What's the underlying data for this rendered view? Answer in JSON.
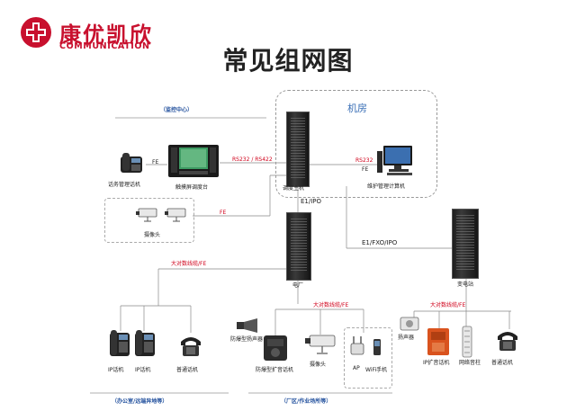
{
  "brand": {
    "name_cn": "康优凯欣",
    "name_en": "COMMUNICATION"
  },
  "title": "常见组网图",
  "regions": {
    "machine_room": "机房",
    "monitoring_center": "（监控中心）",
    "office_remote": "（办公室/远端异地等）",
    "plant_work_area": "（厂区/作业场所等）"
  },
  "devices": {
    "office_phone": "话务管理话机",
    "touch_console": "触摸屏调度台",
    "dispatch_host": "调度主机",
    "maintenance_pc": "维护管理计算机",
    "camera": "摄像头",
    "power_plant": "电厂",
    "substation": "变电站",
    "ip_phone_1": "IP话机",
    "ip_phone_2": "IP话机",
    "regular_phone_1": "普通话机",
    "explosion_speaker": "防爆型扬声器",
    "explosion_phone": "防爆型扩音话机",
    "camera_2": "摄像头",
    "ap": "AP",
    "wifi_phone": "WiFi手机",
    "speaker": "扬声器",
    "ip_amp_phone": "IP扩音话机",
    "network_column": "网络音柱",
    "regular_phone_2": "普通话机"
  },
  "links": {
    "fe_1": "FE",
    "rs232_left": "RS232 / RS422",
    "rs232_right": "RS232",
    "fe_2": "FE",
    "fe_cam": "FE",
    "e1_ipo": "E1/IPO",
    "e1_fxo": "E1/FXO/IPO",
    "trunk_left": "大对数线缆/FE",
    "trunk_mid": "大对数线缆/FE",
    "trunk_right": "大对数线缆/FE"
  },
  "colors": {
    "brand_red": "#c8102e",
    "link_red": "#d0021b",
    "region_blue": "#1f4e9c"
  }
}
